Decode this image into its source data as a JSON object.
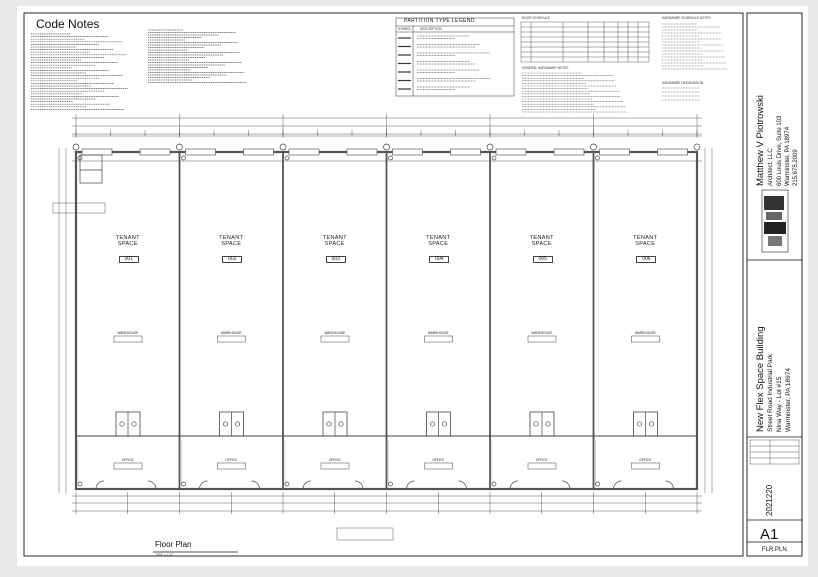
{
  "sheet": {
    "code_notes_title": "Code Notes",
    "floor_plan_title": "Floor Plan",
    "floor_plan_scale": "3/16\" = 1'-0\"",
    "partition_legend_title": "PARTITION TYPE LEGEND",
    "partition_legend_headers": [
      "SYMBOL",
      "DESCRIPTION"
    ],
    "door_schedule_title": "DOOR SCHEDULE",
    "hardware_notes_title": "HARDWARE SCHEDULE NOTES",
    "general_hw_title": "GENERAL HARDWARE NOTES",
    "hardware_designation_title": "HARDWARE DESIGNATION"
  },
  "tenants": [
    {
      "label": "TENANT\nSPACE",
      "number": "001",
      "warehouse": "WAREHOUSE",
      "office": "OFFICE"
    },
    {
      "label": "TENANT\nSPACE",
      "number": "002",
      "warehouse": "WAREHOUSE",
      "office": "OFFICE"
    },
    {
      "label": "TENANT\nSPACE",
      "number": "003",
      "warehouse": "WAREHOUSE",
      "office": "OFFICE"
    },
    {
      "label": "TENANT\nSPACE",
      "number": "004",
      "warehouse": "WAREHOUSE",
      "office": "OFFICE"
    },
    {
      "label": "TENANT\nSPACE",
      "number": "005",
      "warehouse": "WAREHOUSE",
      "office": "OFFICE"
    },
    {
      "label": "TENANT\nSPACE",
      "number": "006",
      "warehouse": "WAREHOUSE",
      "office": "OFFICE"
    }
  ],
  "title_block": {
    "architect_name": "Matthew V Piotrowski",
    "architect_firm": "Architect, LLC",
    "architect_address1": "600 Louis Drive, Suite 103",
    "architect_address2": "Warminster, PA 18974",
    "architect_phone": "215.675.2009",
    "project_name": "New Flex Space Building",
    "project_loc1": "Street Road Industrial Park",
    "project_loc2": "Nina Way - Lot #15",
    "project_loc3": "Warminster, PA 18974",
    "project_no": "2021220",
    "sheet_number": "A1",
    "sheet_name": "FLR.PLN."
  },
  "colors": {
    "paper": "#ffffff",
    "line": "#222222",
    "wall": "#555555",
    "border": "#111111"
  }
}
